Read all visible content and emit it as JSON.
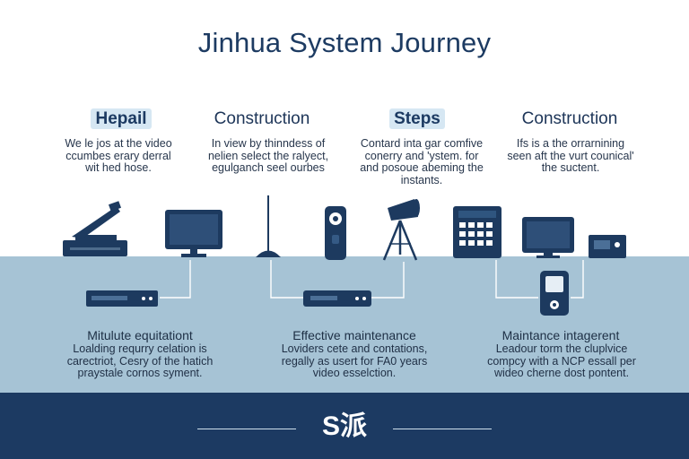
{
  "title": "Jinhua System Journey",
  "columns": [
    {
      "heading": "Hepail",
      "text": "We le jos at the video\nccumbes erary derral\nwit hed hose."
    },
    {
      "heading": "Construction",
      "text": "In view by thinndess of\nnelien select the ralyect,\negulganch seel ourbes"
    },
    {
      "heading": "Steps",
      "text": "Contard inta gar comfive\nconerry and 'ystem. for\nand posoue abeming the\ninstants."
    },
    {
      "heading": "Construction",
      "text": "Ifs is a the orrarnining\nseen aft the vurt counical'\nthe suctent."
    }
  ],
  "sections": [
    {
      "title": "Mitulute equitationt",
      "text": "Loalding requrry celation is\ncarectriot, Cesry of the hatich\npraystale cornos syment."
    },
    {
      "title": "Effective maintenance",
      "text": "Loviders cete and contations,\nregally as usert for FA0 years\nvideo esselction."
    },
    {
      "title": "Maintance intagerent",
      "text": "Leadour torm the cluplvice\ncompcy with a NCP essall per\nwideo cherne dost pontent."
    }
  ],
  "footer": {
    "label": "S派"
  },
  "colors": {
    "accent": "#1c3a62",
    "band": "#a6c3d5",
    "pill": "#d6e7f3"
  }
}
